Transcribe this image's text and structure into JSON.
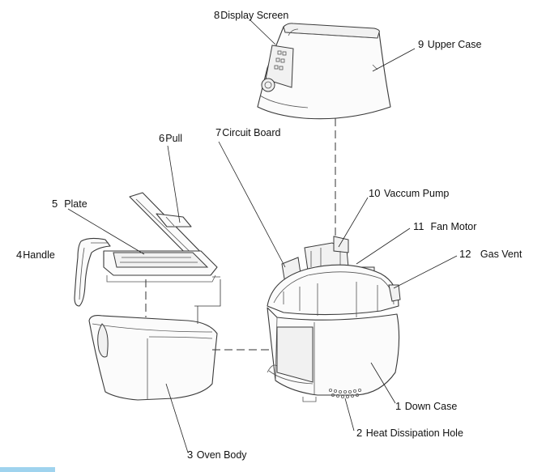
{
  "labels": [
    {
      "id": "display-screen",
      "num": "8",
      "text": "Display Screen"
    },
    {
      "id": "upper-case",
      "num": "9",
      "text": "Upper Case"
    },
    {
      "id": "pull",
      "num": "6",
      "text": "Pull"
    },
    {
      "id": "circuit-board",
      "num": "7",
      "text": "Circuit Board"
    },
    {
      "id": "plate",
      "num": "5",
      "text": "Plate"
    },
    {
      "id": "vaccum-pump",
      "num": "10",
      "text": "Vaccum Pump"
    },
    {
      "id": "fan-motor",
      "num": "11",
      "text": "Fan Motor"
    },
    {
      "id": "handle",
      "num": "4",
      "text": "Handle"
    },
    {
      "id": "gas-vent",
      "num": "12",
      "text": "Gas Vent"
    },
    {
      "id": "down-case",
      "num": "1",
      "text": "Down Case"
    },
    {
      "id": "heat-dissipation-hole",
      "num": "2",
      "text": "Heat Dissipation Hole"
    },
    {
      "id": "oven-body",
      "num": "3",
      "text": "Oven Body"
    }
  ]
}
